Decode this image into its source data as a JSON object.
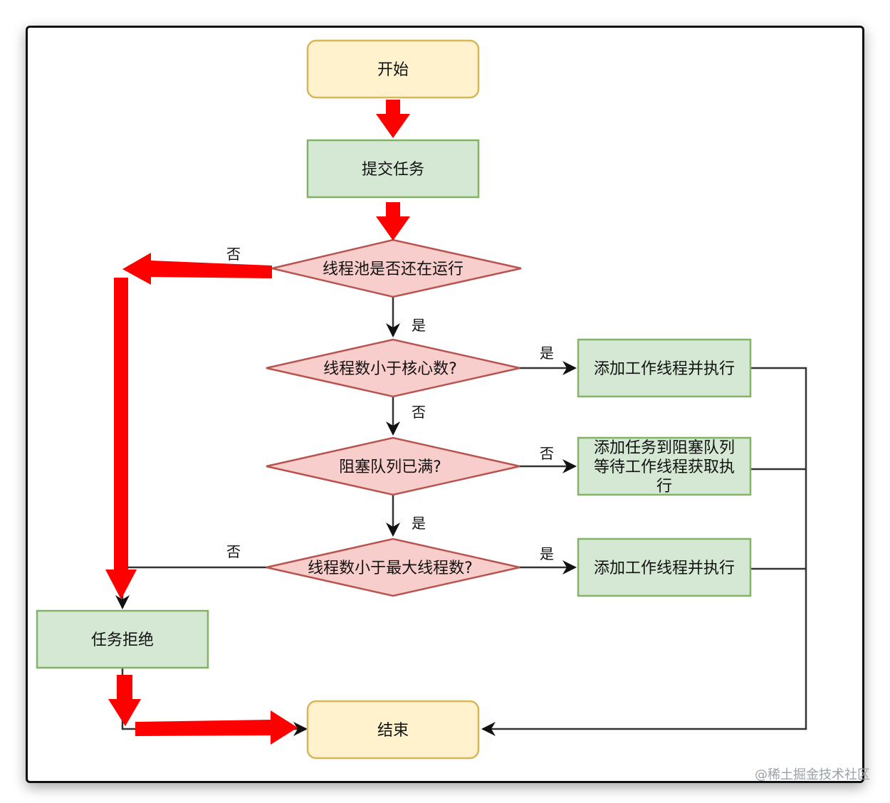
{
  "nodes": {
    "start": "开始",
    "submit": "提交任务",
    "pool_running": "线程池是否还在运行",
    "lt_core": "线程数小于核心数?",
    "queue_full": "阻塞队列已满?",
    "lt_max": "线程数小于最大线程数?",
    "add_worker_1": "添加工作线程并执行",
    "add_queue_line1": "添加任务到阻塞队列",
    "add_queue_line2": "等待工作线程获取执",
    "add_queue_line3": "行",
    "add_worker_2": "添加工作线程并执行",
    "reject": "任务拒绝",
    "end": "结束"
  },
  "labels": {
    "yes": "是",
    "no": "否"
  },
  "watermark": "@稀土掘金技术社区",
  "colors": {
    "terminal_fill": "#fff2cc",
    "terminal_stroke": "#d6b656",
    "process_fill": "#d5e8d4",
    "process_stroke": "#82b366",
    "decision_fill": "#f8cecc",
    "decision_stroke": "#b85450",
    "highlight_arrow": "#ff0000",
    "line": "#333333"
  }
}
